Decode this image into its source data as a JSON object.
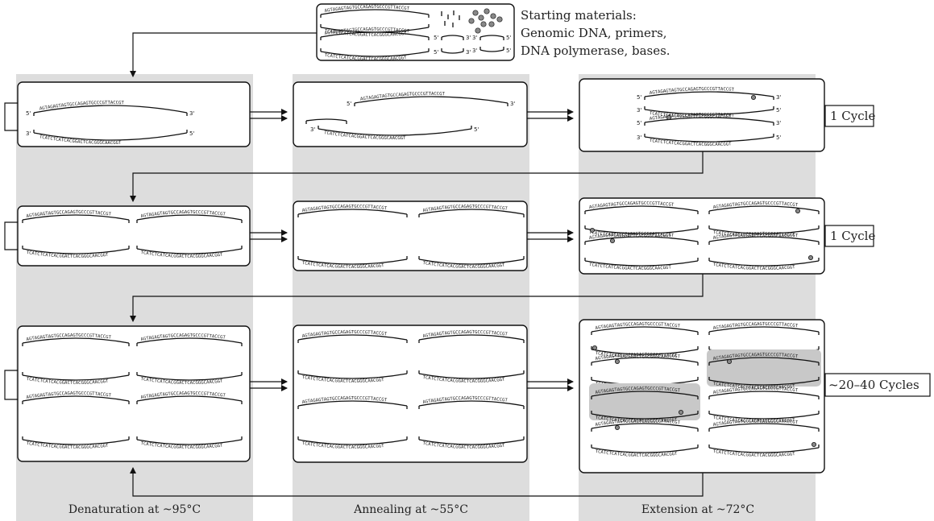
{
  "starting_materials": {
    "lines": [
      "Starting materials:",
      "Genomic DNA, primers,",
      "DNA polymerase, bases."
    ]
  },
  "stages": {
    "denaturation": "Denaturation at ~95°C",
    "annealing": "Annealing at ~55°C",
    "extension": "Extension at ~72°C"
  },
  "cycles": [
    "1 Cycle",
    "1 Cycle",
    "~20–40 Cycles"
  ],
  "sequences": {
    "top": "AGTAGAGTAGTGCCAGAGTGCCCGTTACCGT",
    "bottom": "TCATCTCATCACGGACTCACGGGCAACGGT"
  },
  "ends": {
    "five": "5'",
    "three": "3'"
  },
  "colors": {
    "band": "#dddddd",
    "ink": "#111111",
    "highlight": "#c8c8c8"
  }
}
